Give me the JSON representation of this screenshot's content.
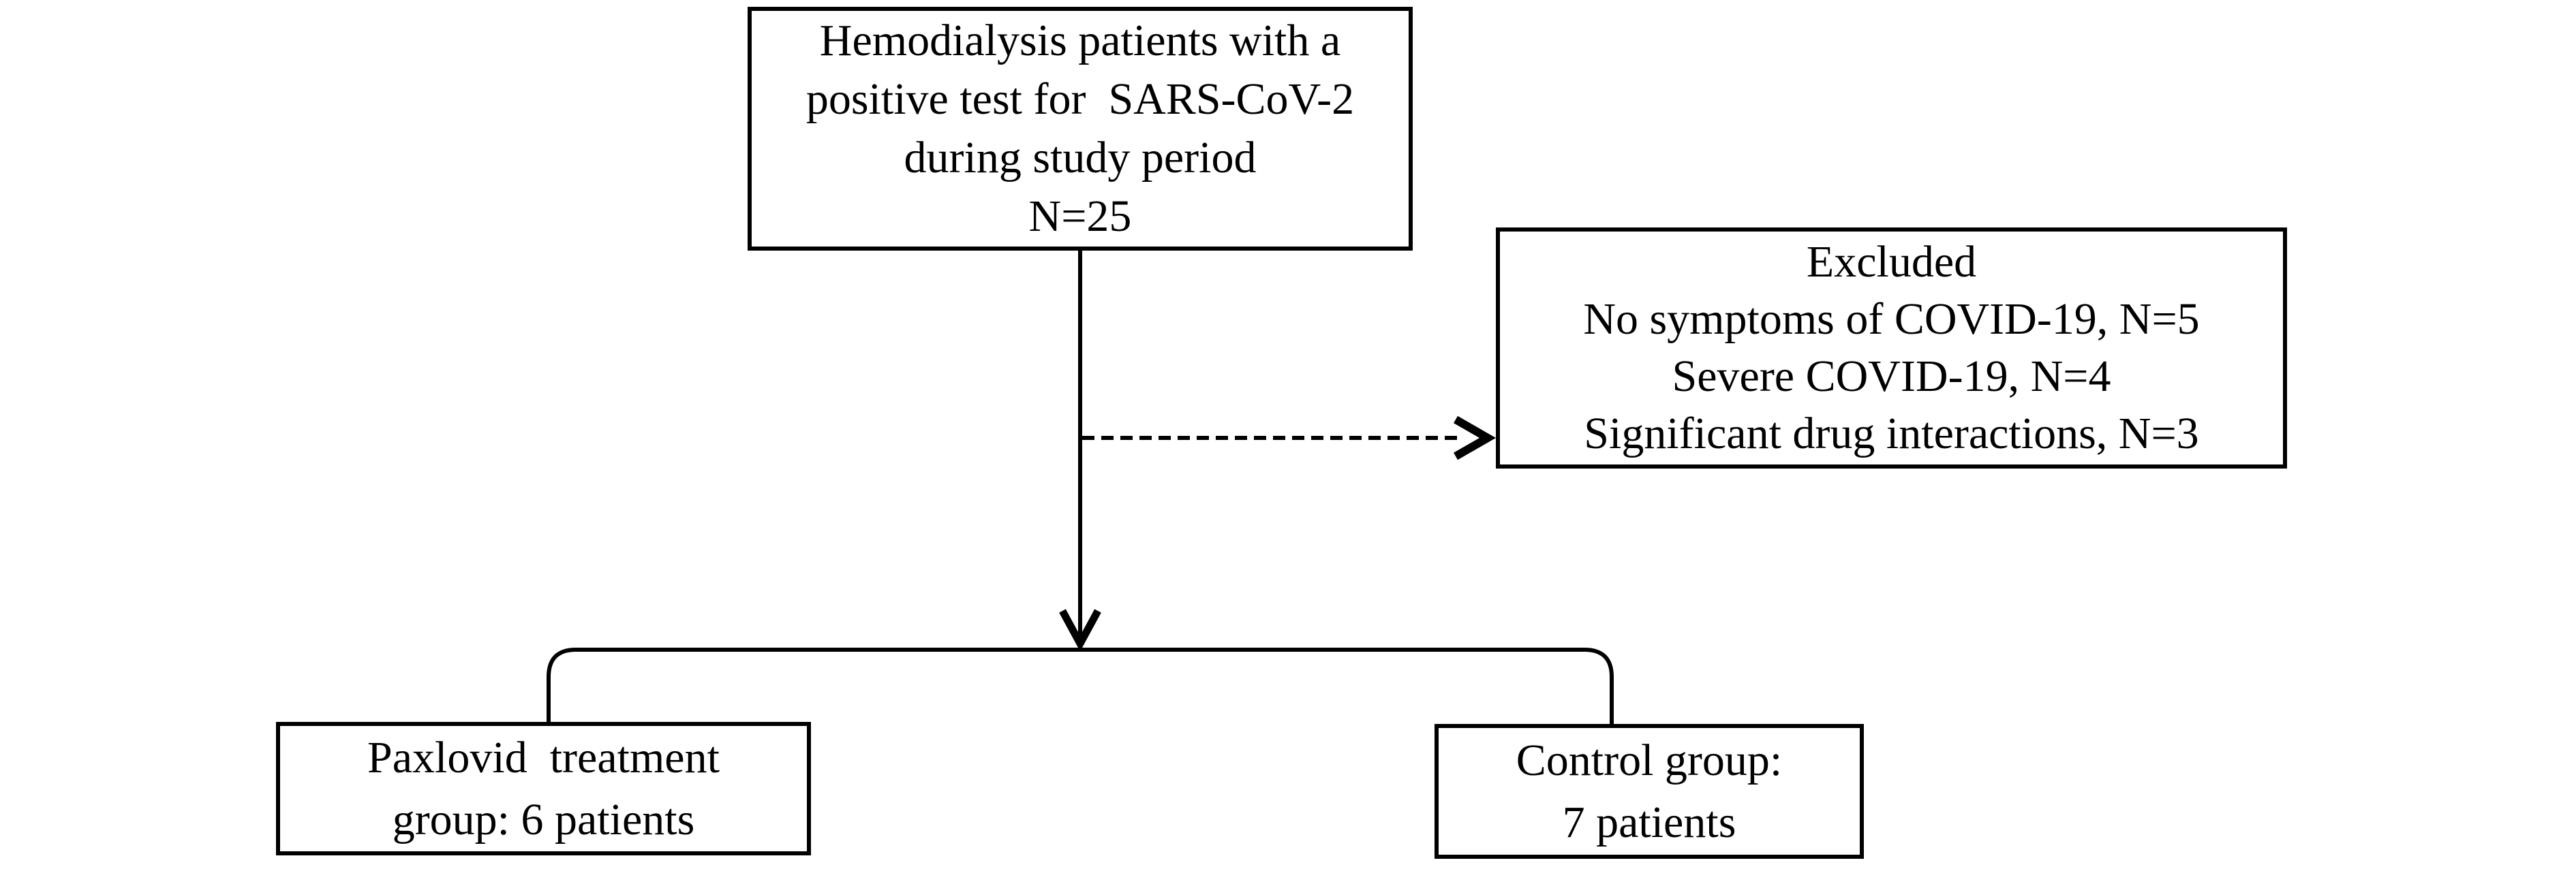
{
  "diagram": {
    "type": "flowchart",
    "background_color": "#ffffff",
    "line_color": "#000000",
    "boxes": {
      "source": {
        "lines": [
          "Hemodialysis patients with a",
          "positive test for  SARS-CoV-2",
          "during study period",
          "N=25"
        ]
      },
      "excluded": {
        "lines": [
          "Excluded",
          "No symptoms of COVID-19, N=5",
          "Severe COVID-19, N=4",
          "Significant drug interactions, N=3"
        ]
      },
      "treatment": {
        "lines": [
          "Paxlovid  treatment",
          "group: 6 patients"
        ]
      },
      "control": {
        "lines": [
          "Control group:",
          "7 patients"
        ]
      }
    },
    "connectors": [
      {
        "from": "source",
        "to": "branch",
        "style": "solid",
        "arrowhead": "down"
      },
      {
        "from": "source",
        "to": "excluded",
        "style": "dashed",
        "arrowhead": "right"
      },
      {
        "from": "branch",
        "to": "treatment",
        "style": "solid",
        "arrowhead": "none"
      },
      {
        "from": "branch",
        "to": "control",
        "style": "solid",
        "arrowhead": "none"
      }
    ]
  }
}
